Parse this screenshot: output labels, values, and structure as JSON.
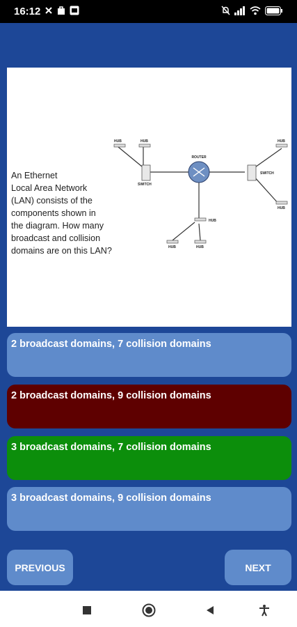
{
  "status_bar": {
    "time": "16:12",
    "left_icons": [
      "close-icon",
      "bag-icon",
      "app-badge-icon"
    ],
    "right_icons": [
      "bell-off-icon",
      "signal-icon",
      "wifi-icon",
      "battery-icon"
    ]
  },
  "question": {
    "text": "An Ethernet\nLocal Area Network\n(LAN) consists of the\ncomponents shown in\nthe diagram. How many\nbroadcast and collision\ndomains are on this LAN?"
  },
  "diagram": {
    "labels": {
      "router": "ROUTER",
      "switch_left": "SWITCH",
      "switch_right": "SWITCH",
      "hub": "HUB"
    }
  },
  "answers": [
    {
      "label": "2 broadcast domains, 7 collision domains",
      "state": "default",
      "color": "#5f8bcb"
    },
    {
      "label": "2 broadcast domains, 9 collision domains",
      "state": "wrong",
      "color": "#5e0000"
    },
    {
      "label": "3 broadcast domains, 7 collision domains",
      "state": "correct",
      "color": "#0c8e0b"
    },
    {
      "label": "3 broadcast domains, 9 collision domains",
      "state": "default",
      "color": "#5f8bcb"
    }
  ],
  "navigation": {
    "previous_label": "PREVIOUS",
    "next_label": "NEXT"
  },
  "system_nav": {
    "icons": [
      "recents-square-icon",
      "home-circle-icon",
      "back-triangle-icon",
      "accessibility-icon"
    ]
  },
  "colors": {
    "background": "#1d4797",
    "button": "#5f8bcb",
    "wrong": "#5e0000",
    "correct": "#0c8e0b"
  }
}
